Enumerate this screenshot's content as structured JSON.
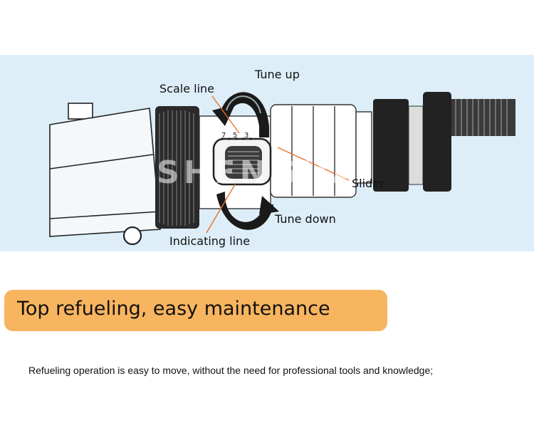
{
  "diagram": {
    "labels": {
      "tune_up": "Tune up",
      "scale_line": "Scale line",
      "slider": "Slider",
      "tune_down": "Tune down",
      "indicating_line": "Indicating line"
    },
    "scale_numbers": [
      "7",
      "5",
      "3"
    ],
    "watermark": "SHENGJIA",
    "colors": {
      "panel_background": "#ddeef8",
      "leader_line": "#e8702a"
    }
  },
  "banner": {
    "title": "Top refueling, easy maintenance",
    "color": "#f8b55f"
  },
  "caption": "Refueling operation is easy to move, without the need for professional tools and knowledge;"
}
